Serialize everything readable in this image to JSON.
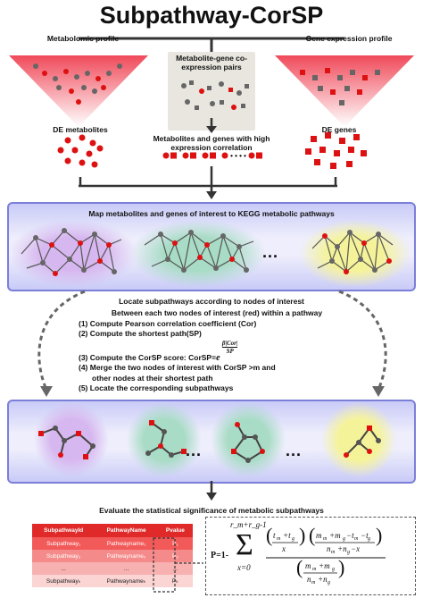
{
  "title": "Subpathway-CorSP",
  "inputs": {
    "metabolomic_profile": "Metabolomic profile",
    "gene_expression_profile": "Gene expression profile",
    "pairs_label": "Metabolite-gene co-expression pairs",
    "de_metabolites": "DE metabolites",
    "de_genes": "DE genes",
    "high_corr": "Metabolites and genes with high expression correlation",
    "ellipsis": "• • • •"
  },
  "map_step": {
    "title": "Map metabolites and genes of interest to KEGG metabolic pathways",
    "ellipsis": "..."
  },
  "locate_step": {
    "title": "Locate subpathways according to nodes of interest",
    "subtitle": "Between each two nodes of interest (red) within a pathway",
    "steps": [
      "(1) Compute Pearson correlation coefficient (Cor)",
      "(2) Compute the shortest path(SP)",
      "(3) Compute the CorSP score: CorSP=",
      "(4) Merge the two nodes of interest with CorSP >m and",
      "other nodes at their shortest path",
      "(5) Locate the corresponding subpathways"
    ],
    "formula_base": "e",
    "formula_num": "β|Cor|",
    "formula_den": "SP"
  },
  "subpathways": {
    "ellipsis": [
      "...",
      "..."
    ]
  },
  "evaluate_step": {
    "title": "Evaluate the statistical significance of metabolic subpathways",
    "columns": [
      "SubpathwayId",
      "PathwayName",
      "Pvalue"
    ],
    "rows": [
      [
        "Subpathway₁",
        "Pathwayname₁",
        "P₁"
      ],
      [
        "Subpathway₂",
        "Pathwayname₂",
        "P₂"
      ],
      [
        "...",
        "...",
        "..."
      ],
      [
        "Subpathwayₖ",
        "Pathwaynameₖ",
        "Pₖ"
      ]
    ],
    "formula": {
      "p_eq": "P=1-",
      "sum_upper": "r_m+r_g-1",
      "sum_lower": "x=0"
    }
  },
  "colors": {
    "node_red": "#dd1111",
    "node_gray": "#6b6b6b",
    "band_border": "#7b7fd8",
    "purple": "#d7b7ef",
    "green": "#a9dcc6",
    "yellow": "#f5f39a"
  }
}
